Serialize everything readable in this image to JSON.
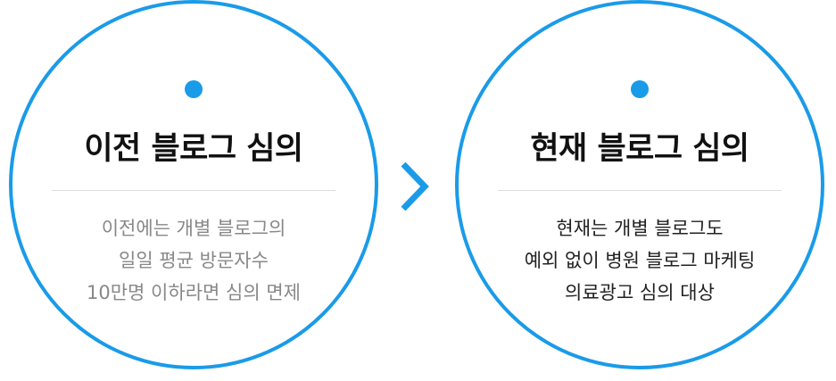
{
  "before": {
    "title": "이전 블로그 심의",
    "lines": [
      "이전에는 개별 블로그의",
      "일일 평균 방문자수",
      "10만명 이하라면 심의 면제"
    ]
  },
  "after": {
    "title": "현재 블로그 심의",
    "lines": [
      "현재는 개별 블로그도",
      "예외 없이 병원 블로그 마케팅",
      "의료광고 심의 대상"
    ]
  },
  "colors": {
    "accent": "#1a9be8",
    "title": "#111111",
    "muted_text": "#888888",
    "dark_text": "#222222",
    "divider": "#dcdcdc"
  },
  "icons": {
    "arrow": "chevron-right-icon",
    "dot": "bullet-dot-icon"
  }
}
